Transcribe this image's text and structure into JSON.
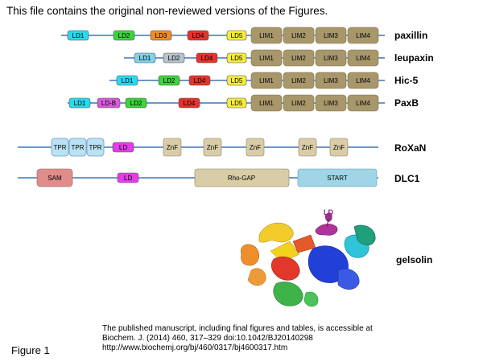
{
  "header_note": "This file contains the original non-reviewed versions of the Figures.",
  "colors": {
    "backbone": "#6f97c8",
    "LD1": "#29d9ef",
    "LD2": "#3ed23c",
    "LD3": "#ee8b2a",
    "LD4": "#e5332b",
    "LD5": "#f5ec3c",
    "LD1_leupaxin": "#7fd3ea",
    "LD2_leupaxin": "#b7c2cc",
    "LD-B": "#d65bd9",
    "LD_generic": "#e23de8",
    "LIM": "#a8976b",
    "TPR": "#b9e3f2",
    "ZnF": "#d8cda6",
    "SAM": "#df8d8a",
    "RhoGAP": "#d8cda6",
    "START": "#9fd5e6"
  },
  "proteins": [
    {
      "name": "paxillin",
      "domains": [
        "LD1",
        "LD2",
        "LD3",
        "LD4",
        "LD5",
        "LIM1",
        "LIM2",
        "LIM3",
        "LIM4"
      ]
    },
    {
      "name": "leupaxin",
      "domains": [
        "LD1",
        "LD2",
        "LD4",
        "LD5",
        "LIM1",
        "LIM2",
        "LIM3",
        "LIM4"
      ]
    },
    {
      "name": "Hic-5",
      "domains": [
        "LD1",
        "LD2",
        "LD4",
        "LD5",
        "LIM1",
        "LIM2",
        "LIM3",
        "LIM4"
      ]
    },
    {
      "name": "PaxB",
      "domains": [
        "LD1",
        "LD-B",
        "LD2",
        "LD4",
        "LD5",
        "LIM1",
        "LIM2",
        "LIM3",
        "LIM4"
      ]
    },
    {
      "name": "RoXaN",
      "domains": [
        "TPR",
        "TPR",
        "TPR",
        "LD",
        "ZnF",
        "ZnF",
        "ZnF",
        "ZnF",
        "ZnF"
      ]
    },
    {
      "name": "DLC1",
      "domains": [
        "SAM",
        "LD",
        "Rho-GAP",
        "START"
      ]
    },
    {
      "name": "gelsolin",
      "domains": [
        "LD"
      ]
    }
  ],
  "figure_label": "Figure 1",
  "publication": {
    "line1": "The published manuscript, including final figures and tables, is accessible at",
    "line2": "Biochem. J. (2014) 460, 317–329 doi:10.1042/BJ20140298",
    "line3": "http://www.biochemj.org/bj/460/0317/bj4600317.htm"
  }
}
